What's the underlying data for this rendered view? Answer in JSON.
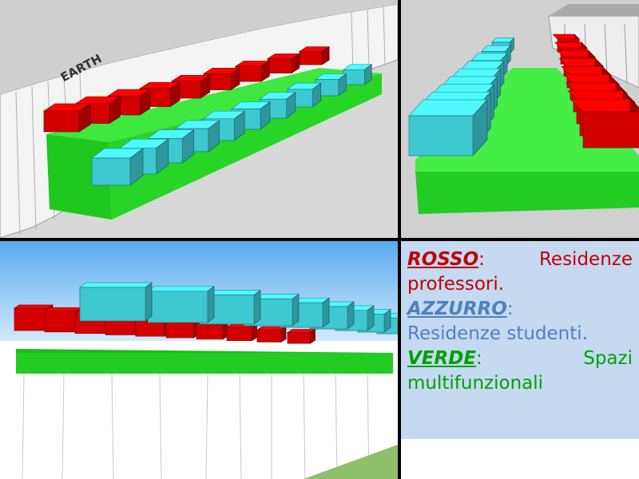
{
  "labels": {
    "earth": "EARTH"
  },
  "legend": {
    "red_key": "ROSSO",
    "red_sep": ":",
    "red_text_1": "Residenze",
    "red_text_2": "professori.",
    "blue_key": "AZZURRO",
    "blue_sep": ":",
    "blue_text": "Residenze studenti.",
    "green_key": "VERDE",
    "green_sep": ":",
    "green_text_1": "Spazi",
    "green_text_2": "multifunzionali"
  },
  "colors": {
    "red": "#d40000",
    "cyan": "#3ec8d0",
    "green": "#22cc22",
    "legend_bg": "#c5d9f1",
    "sky": "#6eb4ee"
  }
}
